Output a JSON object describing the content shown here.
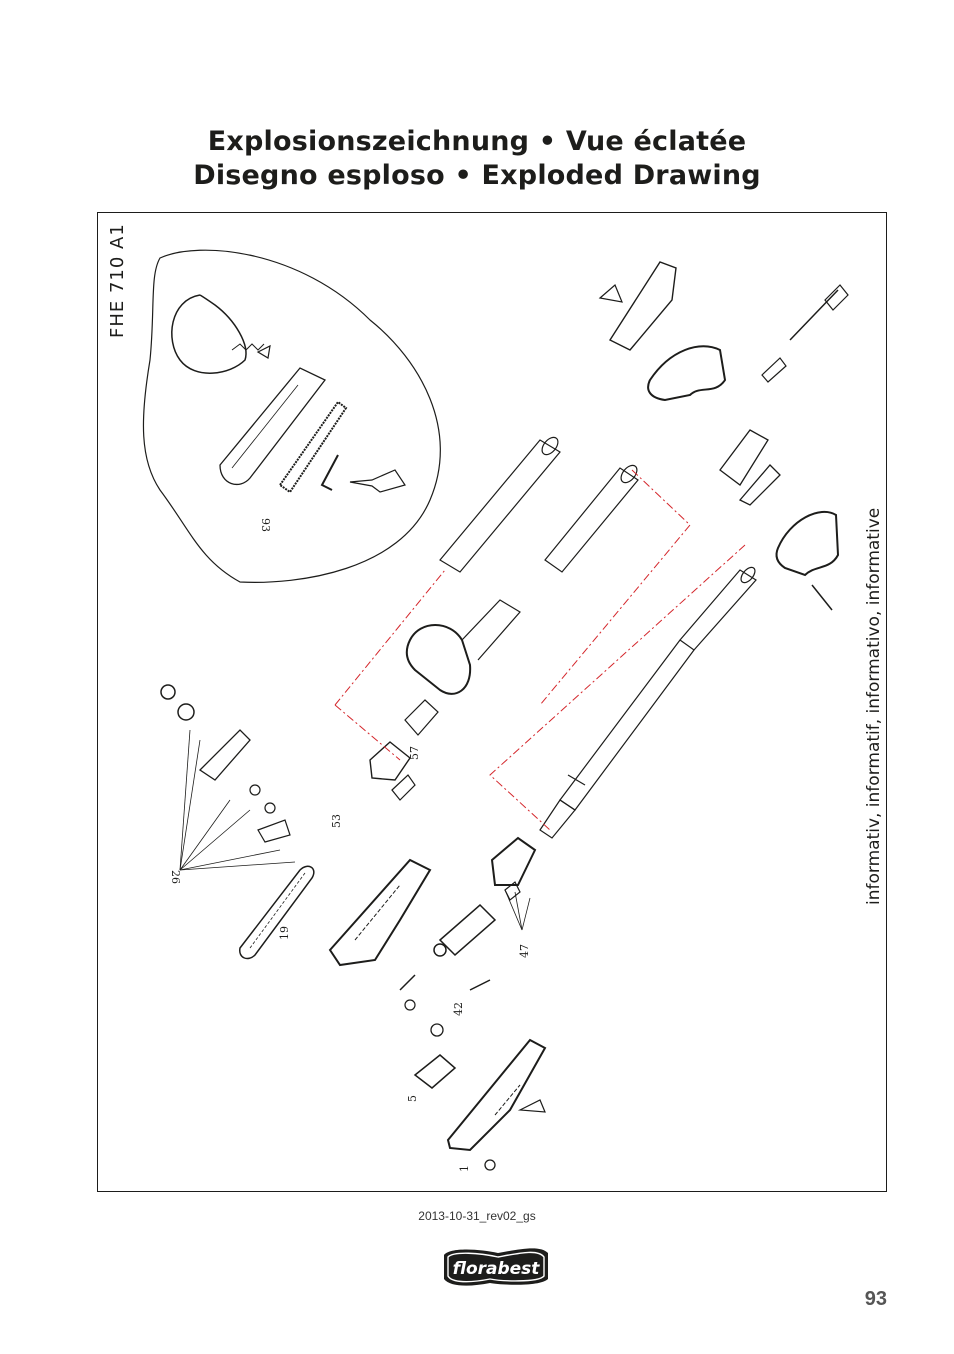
{
  "header": {
    "title_line1": "Explosionszeichnung • Vue éclatée",
    "title_line2": "Disegno esploso • Exploded Drawing"
  },
  "drawing": {
    "model": "FHE 710 A1",
    "info_note": "informativ, informatif, informativo, informative",
    "part_labels": {
      "p93": "93",
      "p57": "57",
      "p53": "53",
      "p26": "26",
      "p19": "19",
      "p47": "47",
      "p42": "42",
      "p5": "5",
      "p1": "1"
    }
  },
  "footer": {
    "revision": "2013-10-31_rev02_gs",
    "brand": "florabest",
    "page_number": "93"
  }
}
